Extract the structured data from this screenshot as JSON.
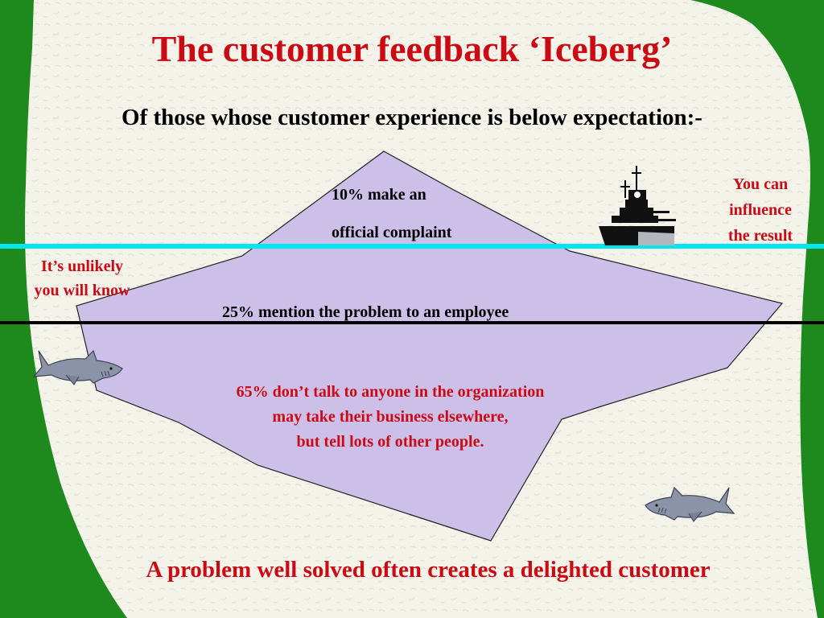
{
  "slide": {
    "title": "The customer feedback ‘Iceberg’",
    "subtitle": "Of those whose customer experience is below expectation:-",
    "tip_line1": "10% make an",
    "tip_line2": "official complaint",
    "middle_text": "25% mention the problem to an employee",
    "deep_lines": [
      "65% don’t talk to anyone in the organization",
      "may take their business elsewhere,",
      "but tell lots of other people."
    ],
    "right_note_lines": [
      "You can",
      "influence",
      "the result"
    ],
    "left_note_lines": [
      "It’s unlikely",
      "you will know"
    ],
    "bottom_text": "A problem well solved often creates a delighted customer"
  },
  "colors": {
    "red_text": "#cc0a14",
    "iceberg_fill": "#ccbfe8",
    "waterline": "#00e5f0",
    "border_green": "#1e8a1e",
    "paper": "#f4f3ea"
  },
  "icons": {
    "ship": "battleship-icon",
    "shark_left": "shark-icon",
    "shark_right": "shark-icon"
  }
}
